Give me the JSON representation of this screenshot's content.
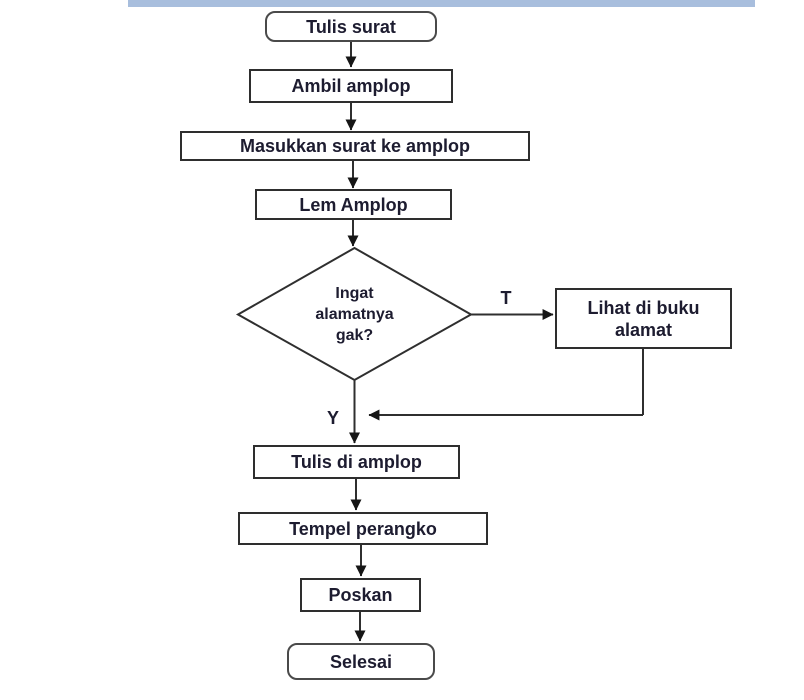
{
  "page": {
    "colors": {
      "accent_bar": "#a8bedd",
      "line": "#2f2f2f",
      "node_border": "#2e2e2e",
      "terminator_border": "#4a4a4a",
      "text": "#1d1c30",
      "background": "#ffffff"
    }
  },
  "flowchart": {
    "type": "flowchart",
    "language": "Indonesian",
    "nodes": [
      {
        "id": "start",
        "type": "terminator",
        "label": "Tulis surat"
      },
      {
        "id": "ambil",
        "type": "process",
        "label": "Ambil amplop"
      },
      {
        "id": "masukkan",
        "type": "process",
        "label": "Masukkan surat ke amplop"
      },
      {
        "id": "lem",
        "type": "process",
        "label": "Lem Amplop"
      },
      {
        "id": "decision",
        "type": "decision",
        "label": "Ingat alamatnya gak?"
      },
      {
        "id": "lihat",
        "type": "process",
        "label": "Lihat di buku alamat"
      },
      {
        "id": "tulis",
        "type": "process",
        "label": "Tulis di amplop"
      },
      {
        "id": "tempel",
        "type": "process",
        "label": "Tempel perangko"
      },
      {
        "id": "poskan",
        "type": "process",
        "label": "Poskan"
      },
      {
        "id": "selesai",
        "type": "terminator",
        "label": "Selesai"
      }
    ],
    "edges": [
      {
        "from": "start",
        "to": "ambil",
        "label": ""
      },
      {
        "from": "ambil",
        "to": "masukkan",
        "label": ""
      },
      {
        "from": "masukkan",
        "to": "lem",
        "label": ""
      },
      {
        "from": "lem",
        "to": "decision",
        "label": ""
      },
      {
        "from": "decision",
        "to": "lihat",
        "label": "T"
      },
      {
        "from": "lihat",
        "to": "tulis",
        "label": ""
      },
      {
        "from": "decision",
        "to": "tulis",
        "label": "Y"
      },
      {
        "from": "tulis",
        "to": "tempel",
        "label": ""
      },
      {
        "from": "tempel",
        "to": "poskan",
        "label": ""
      },
      {
        "from": "poskan",
        "to": "selesai",
        "label": ""
      }
    ]
  }
}
